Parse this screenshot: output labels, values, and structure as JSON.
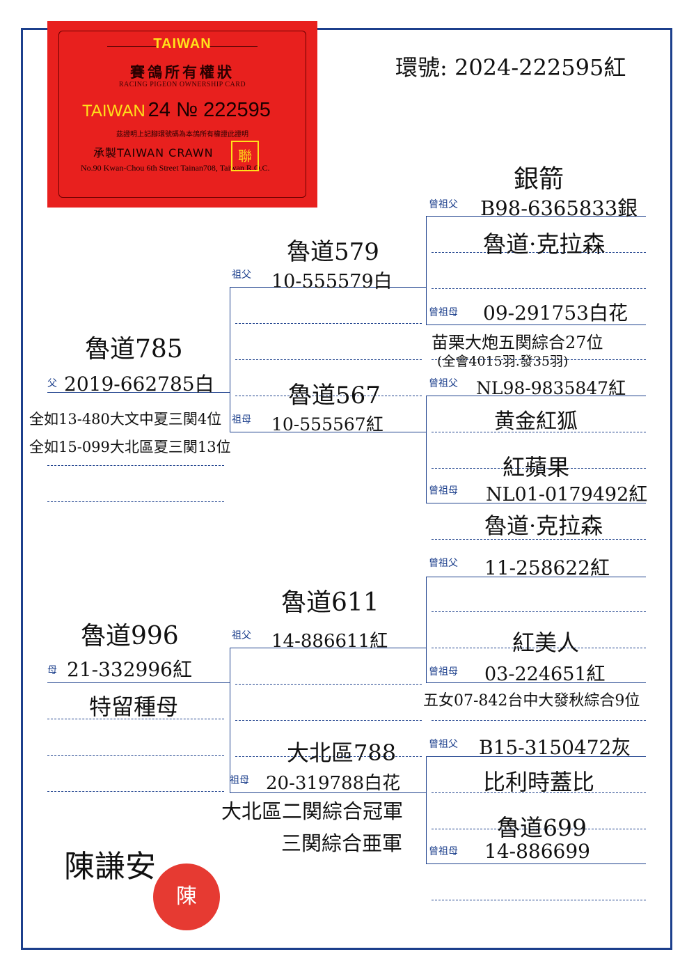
{
  "ring_header": "環號: 2024-222595紅",
  "card": {
    "country": "TAIWAN",
    "title_cn": "賽鴿所有權狀",
    "title_en": "RACING PIGEON OWNERSHIP CARD",
    "ring_prefix": "TAIWAN",
    "ring_number": "24 № 222595",
    "statement": "茲證明上記腳環號碼為本鴿所有權證此證明",
    "maker": "承製TAIWAN CRAWN",
    "address": "No.90 Kwan-Chou 6th Street Tainan708, Taiwan R.O.C.",
    "stamp_text": "聯"
  },
  "labels": {
    "father": "父",
    "mother": "母",
    "grandfather": "祖父",
    "grandmother": "祖母",
    "great_grandfather": "曾祖父",
    "great_grandmother": "曾祖母"
  },
  "sire": {
    "name": "魯道785",
    "ring": "2019-662785白",
    "notes": [
      "全如13-480大文中夏三関4位",
      "全如15-099大北區夏三関13位"
    ]
  },
  "dam": {
    "name": "魯道996",
    "ring": "21-332996紅",
    "notes": [
      "特留種母"
    ]
  },
  "sire_father": {
    "name": "魯道579",
    "ring": "10-555579白"
  },
  "sire_mother": {
    "name": "魯道567",
    "ring": "10-555567紅"
  },
  "dam_father": {
    "name": "魯道611",
    "ring": "14-886611紅"
  },
  "dam_mother": {
    "name": "大北區788",
    "ring": "20-319788白花",
    "notes": [
      "大北區二関綜合冠軍",
      "三関綜合亜軍"
    ]
  },
  "gg1": {
    "name": "銀箭",
    "ring": "B98-6365833銀",
    "notes": [
      "魯道·克拉森"
    ]
  },
  "gg2": {
    "ring": "09-291753白花",
    "notes": [
      "苗栗大炮五関綜合27位",
      "(全會4015羽.發35羽)"
    ]
  },
  "gg3": {
    "ring": "NL98-9835847紅",
    "notes": [
      "黄金紅狐"
    ]
  },
  "gg4": {
    "name": "紅蘋果",
    "ring": "NL01-0179492紅",
    "notes": [
      "魯道·克拉森"
    ]
  },
  "gg5": {
    "ring": "11-258622紅"
  },
  "gg6": {
    "name": "紅美人",
    "ring": "03-224651紅",
    "notes": [
      "五女07-842台中大發秋綜合9位"
    ]
  },
  "gg7": {
    "ring": "B15-3150472灰",
    "notes": [
      "比利時蓋比"
    ]
  },
  "gg8": {
    "name": "魯道699",
    "ring": "14-886699"
  },
  "signature": "陳謙安",
  "seal_text": "陳"
}
